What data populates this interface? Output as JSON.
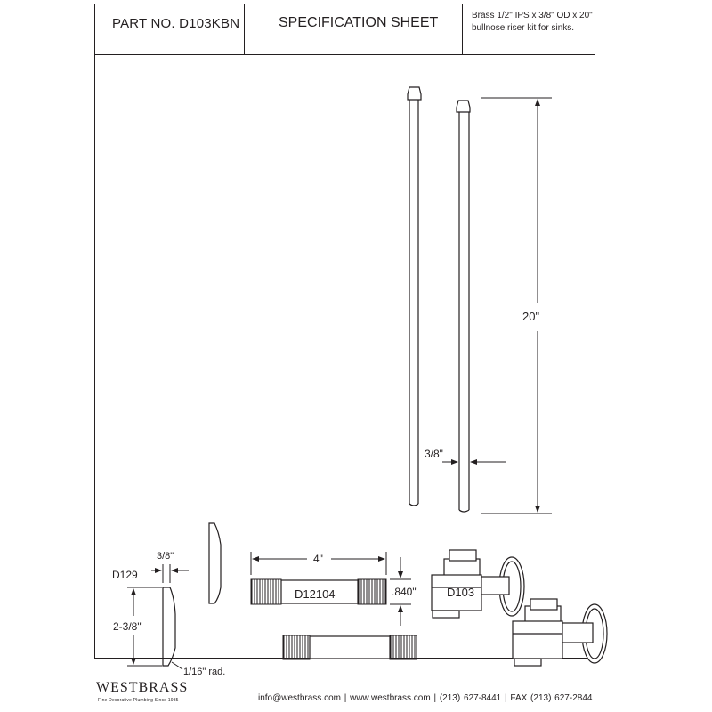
{
  "header": {
    "part_no": "PART NO.  D103KBN",
    "title": "SPECIFICATION SHEET",
    "description_line1": "Brass 1/2\" IPS x 3/8\" OD x 20\"",
    "description_line2": "bullnose riser kit for sinks."
  },
  "drawing": {
    "riser_length": "20\"",
    "riser_diameter": "3/8\"",
    "escutcheon_label": "D129",
    "escutcheon_thickness": "3/8\"",
    "escutcheon_height": "2-3/8\"",
    "escutcheon_radius": "1/16\" rad.",
    "nipple_length": "4\"",
    "nipple_label": "D12104",
    "nipple_diameter": ".840\"",
    "valve_label": "D103"
  },
  "footer": {
    "brand": "WESTBRASS",
    "tagline": "Fine Decorative Plumbing Since 1935",
    "contact": "info@westbrass.com |  www.westbrass.com  |    (213) 627-8441   |   FAX (213) 627-2844"
  }
}
